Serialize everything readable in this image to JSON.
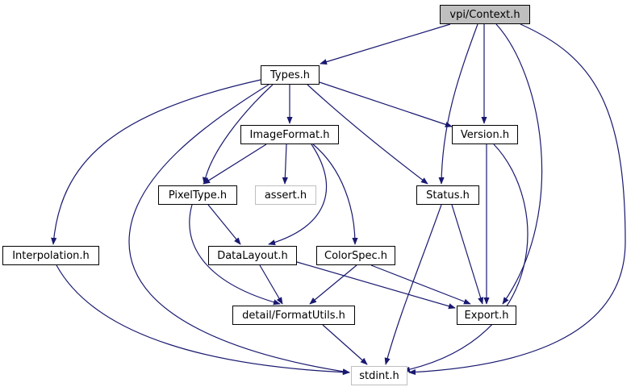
{
  "nodes": {
    "context": {
      "label": "vpi/Context.h",
      "style": "root"
    },
    "types": {
      "label": "Types.h",
      "style": "linked"
    },
    "imageformat": {
      "label": "ImageFormat.h",
      "style": "linked"
    },
    "version": {
      "label": "Version.h",
      "style": "linked"
    },
    "pixeltype": {
      "label": "PixelType.h",
      "style": "linked"
    },
    "assert": {
      "label": "assert.h",
      "style": "external"
    },
    "status": {
      "label": "Status.h",
      "style": "linked"
    },
    "interpolation": {
      "label": "Interpolation.h",
      "style": "linked"
    },
    "datalayout": {
      "label": "DataLayout.h",
      "style": "linked"
    },
    "colorspec": {
      "label": "ColorSpec.h",
      "style": "linked"
    },
    "formatutils": {
      "label": "detail/FormatUtils.h",
      "style": "linked"
    },
    "export": {
      "label": "Export.h",
      "style": "linked"
    },
    "stdint": {
      "label": "stdint.h",
      "style": "external"
    }
  },
  "edges": [
    [
      "context",
      "types"
    ],
    [
      "context",
      "status"
    ],
    [
      "context",
      "version"
    ],
    [
      "context",
      "export"
    ],
    [
      "context",
      "stdint"
    ],
    [
      "types",
      "interpolation"
    ],
    [
      "types",
      "stdint"
    ],
    [
      "types",
      "pixeltype"
    ],
    [
      "types",
      "imageformat"
    ],
    [
      "types",
      "status"
    ],
    [
      "types",
      "version"
    ],
    [
      "imageformat",
      "pixeltype"
    ],
    [
      "imageformat",
      "assert"
    ],
    [
      "imageformat",
      "datalayout"
    ],
    [
      "imageformat",
      "colorspec"
    ],
    [
      "version",
      "export"
    ],
    [
      "version",
      "stdint"
    ],
    [
      "pixeltype",
      "datalayout"
    ],
    [
      "pixeltype",
      "formatutils"
    ],
    [
      "status",
      "export"
    ],
    [
      "status",
      "stdint"
    ],
    [
      "interpolation",
      "stdint"
    ],
    [
      "datalayout",
      "formatutils"
    ],
    [
      "datalayout",
      "export"
    ],
    [
      "colorspec",
      "formatutils"
    ],
    [
      "colorspec",
      "export"
    ],
    [
      "formatutils",
      "stdint"
    ]
  ],
  "colors": {
    "edge": "#191970",
    "root_fill": "#bfbfbf",
    "external_border": "#bfbfbf",
    "border": "#000000"
  }
}
